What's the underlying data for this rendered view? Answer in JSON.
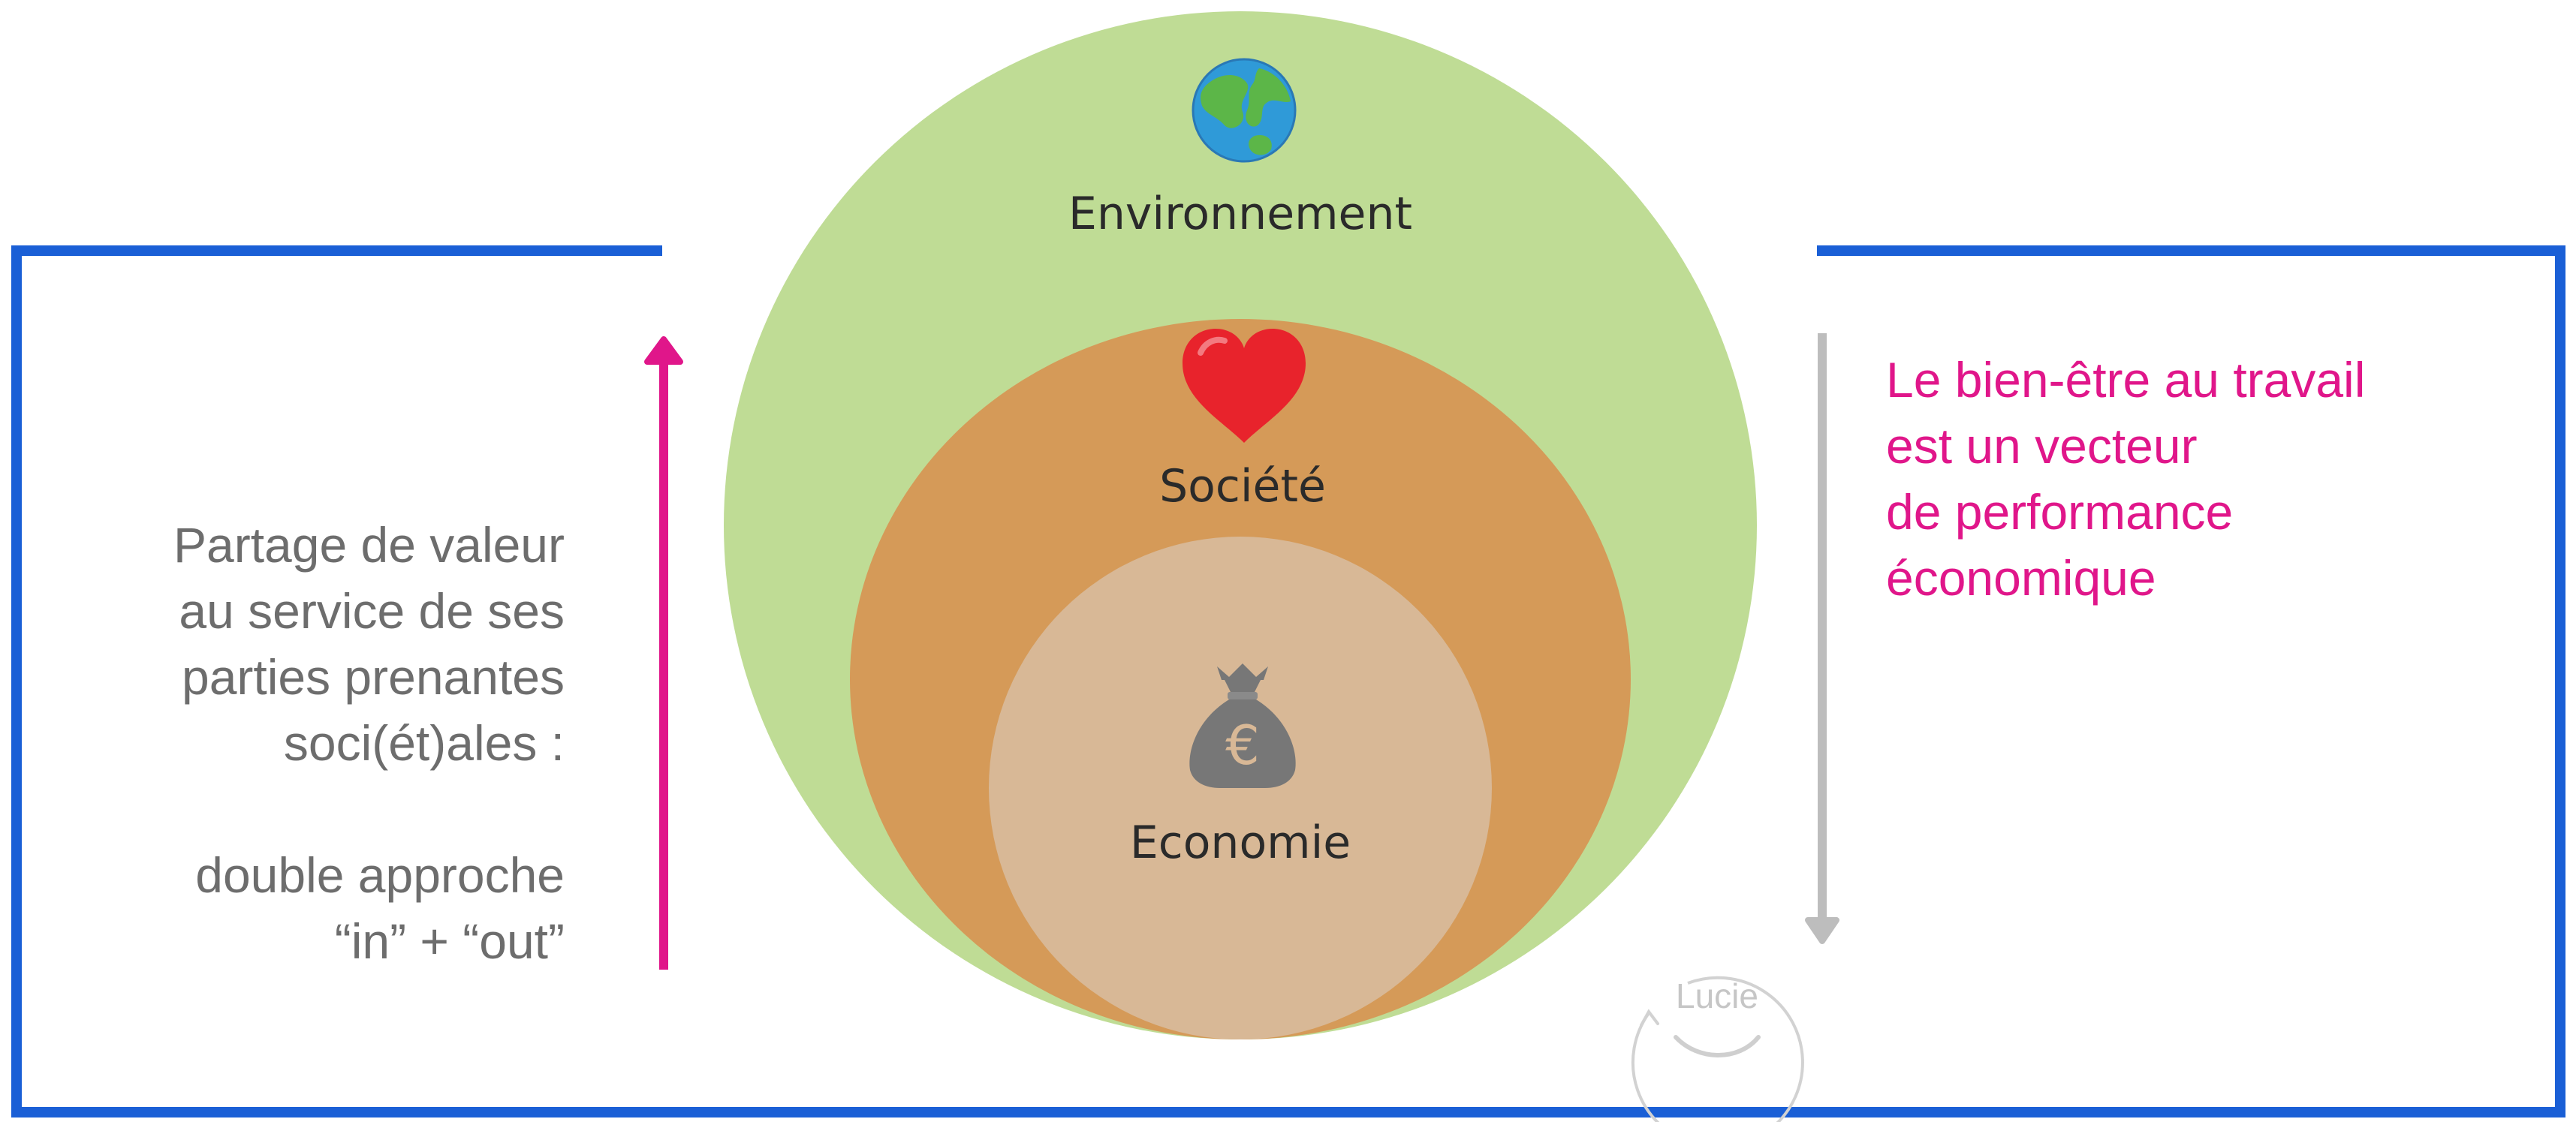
{
  "circles": {
    "outer": {
      "label": "Environnement",
      "icon": "globe-icon",
      "color": "#bfdc95"
    },
    "middle": {
      "label": "Société",
      "icon": "heart-icon",
      "color": "#d59a58"
    },
    "inner": {
      "label": "Economie",
      "icon": "money-bag-icon",
      "color": "#d8b896"
    }
  },
  "left_text": {
    "lines": [
      "Partage de valeur",
      "au service de ses",
      "parties prenantes",
      "soci(ét)ales :"
    ],
    "lines2": [
      "double approche",
      "“in” + “out”"
    ],
    "color": "#6d6d6d"
  },
  "right_text": {
    "lines": [
      "Le bien-être au travail",
      "est un vecteur",
      "de performance",
      "économique"
    ],
    "color": "#e0168a"
  },
  "logo": {
    "text": "Lucie"
  },
  "colors": {
    "frame": "#1a5fd6",
    "up_arrow": "#e0168a",
    "down_arrow": "#bdbdbd"
  }
}
